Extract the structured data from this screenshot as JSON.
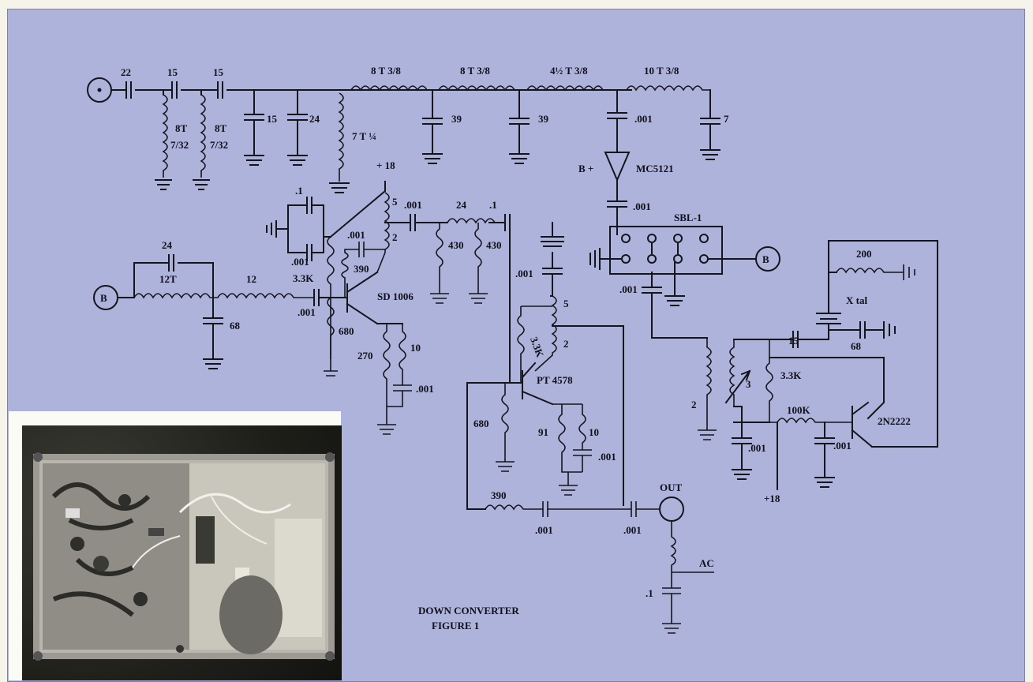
{
  "figure": {
    "title_line1": "DOWN CONVERTER",
    "title_line2": "FIGURE 1"
  },
  "labels": {
    "c22": "22",
    "c15a": "15",
    "c15b": "15",
    "c15c": "15",
    "c24a": "24",
    "l8t1": "8T",
    "l8t1b": "7/32",
    "l8t2": "8T",
    "l8t2b": "7/32",
    "l7t": "7 T ¼",
    "l1": "8 T 3/8",
    "l2": "8 T 3/8",
    "l3": "4½ T 3/8",
    "l4": "10 T 3/8",
    "c39a": "39",
    "c39b": "39",
    "c001a": ".001",
    "c7": "7",
    "bplus": "B +",
    "amp": "MC5121",
    "c001b": ".001",
    "mixer": "SBL-1",
    "plus18a": "+ 18",
    "c1a": ".1",
    "c001c": ".001",
    "c001d": ".001",
    "tap5a": "5",
    "tap2a": "2",
    "c001e": ".001",
    "l24": "24",
    "c1b": ".1",
    "r430a": "430",
    "r430b": "430",
    "c24b": "24",
    "l12t": "12T",
    "l12": "12",
    "r33a": "3.3K",
    "r390a": "390",
    "q1": "SD 1006",
    "c001f": ".001",
    "c68a": "68",
    "r680a": "680",
    "r270": "270",
    "r10a": "10",
    "c001g": ".001",
    "c001h": ".001",
    "tap5b": "5",
    "r33b": "3.3K",
    "tap2b": "2",
    "q2": "PT 4578",
    "r680b": "680",
    "r91": "91",
    "r10b": "10",
    "c001i": ".001",
    "r390b": "390",
    "c001j": ".001",
    "c001k": ".001",
    "out": "OUT",
    "ac": "AC",
    "c1c": ".1",
    "c001l": ".001",
    "r200": "200",
    "xtal": "X tal",
    "c15d": "15",
    "c68b": "68",
    "r33c": "3.3K",
    "tap2c": "2",
    "tap3": "3",
    "r100k": "100K",
    "q3": "2N2222",
    "c001m": ".001",
    "c001n": ".001",
    "plus18b": "+18",
    "b1": "B",
    "b2": "B"
  },
  "colors": {
    "panel": "#aeb3dc",
    "ink": "#15151c",
    "border": "#f6f3ea"
  }
}
